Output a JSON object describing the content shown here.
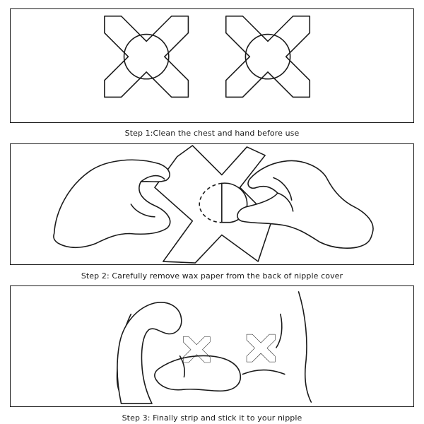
{
  "steps": [
    {
      "caption": "Step 1:Clean the chest and hand before use"
    },
    {
      "caption": "Step 2: Carefully remove wax paper from the back of nipple cover"
    },
    {
      "caption": "Step 3: Finally strip and stick it  to your nipple"
    }
  ],
  "icons": {
    "panel1": [
      "cross-cover-icon",
      "cross-cover-icon"
    ],
    "panel2": [
      "hand-icon",
      "cross-cover-icon",
      "hand-icon"
    ],
    "panel3": [
      "torso-icon",
      "cross-cover-icon",
      "cross-cover-icon"
    ]
  }
}
